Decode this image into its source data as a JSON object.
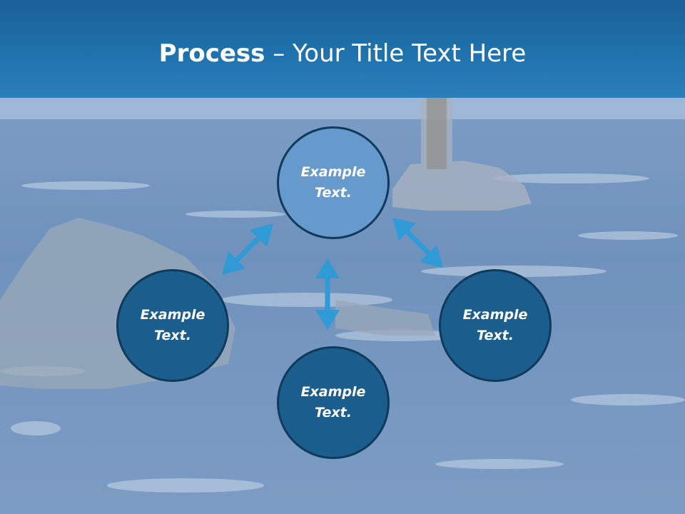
{
  "title": {
    "bold": "Process",
    "separator": " – ",
    "rest": "Your Title Text Here"
  },
  "nodes": [
    {
      "label": "Example Text."
    },
    {
      "label": "Example Text."
    },
    {
      "label": "Example Text."
    },
    {
      "label": "Example Text."
    }
  ],
  "colors": {
    "header": "#1f72ad",
    "node_top": "#6699cc",
    "node_dark": "#1b5e8d",
    "node_border": "#0f3a5c",
    "arrow": "#2f9ad6"
  }
}
